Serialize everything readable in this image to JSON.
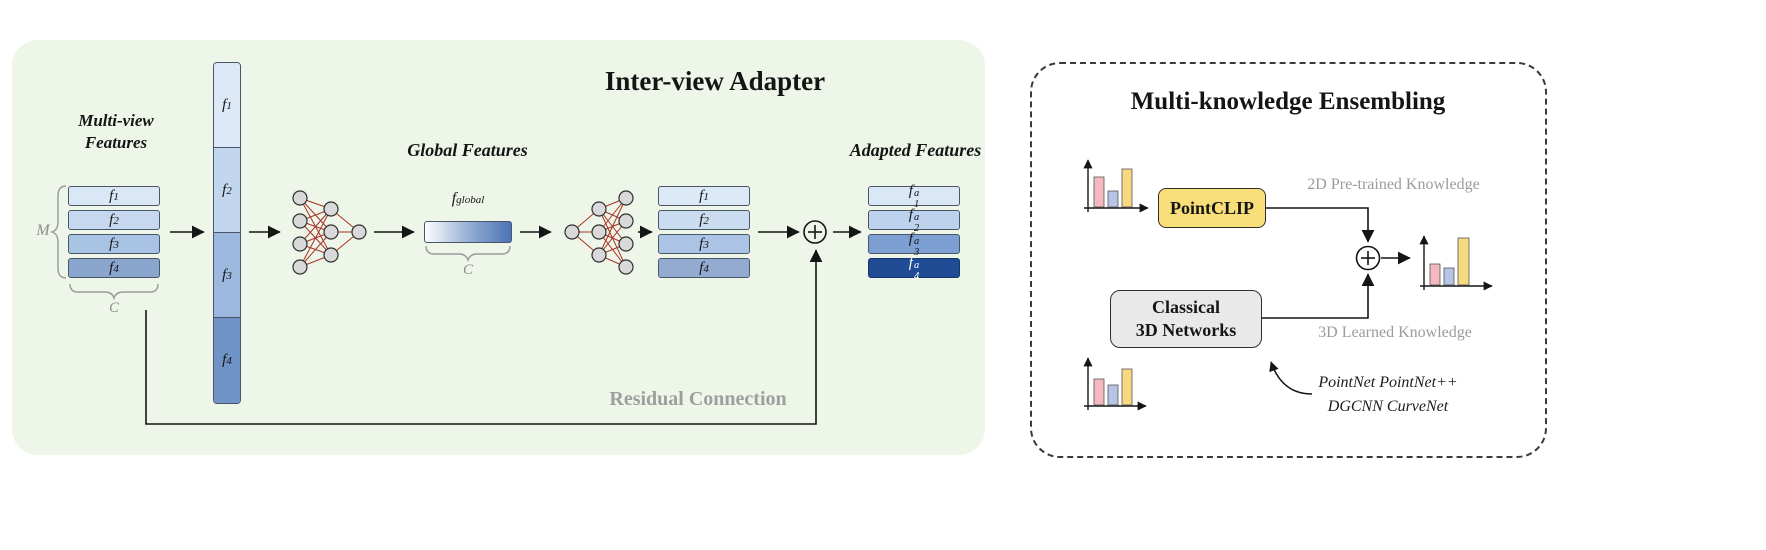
{
  "left_panel": {
    "title": "Inter-view Adapter",
    "multiview_label": {
      "line1": "Multi-view",
      "line2": "Features"
    },
    "m_label": "M",
    "c_label": "C",
    "global_features_label": "Global Features",
    "f_global": {
      "base": "f",
      "sub": "global"
    },
    "c_label_global": "C",
    "adapted_features_label": "Adapted Features",
    "residual_label": "Residual Connection",
    "multiview_rows": [
      {
        "base": "f",
        "sub": "1"
      },
      {
        "base": "f",
        "sub": "2"
      },
      {
        "base": "f",
        "sub": "3"
      },
      {
        "base": "f",
        "sub": "4"
      }
    ],
    "column_segments": [
      {
        "base": "f",
        "sub": "1"
      },
      {
        "base": "f",
        "sub": "2"
      },
      {
        "base": "f",
        "sub": "3"
      },
      {
        "base": "f",
        "sub": "4"
      }
    ],
    "output_rows": [
      {
        "base": "f",
        "sub": "1"
      },
      {
        "base": "f",
        "sub": "2"
      },
      {
        "base": "f",
        "sub": "3"
      },
      {
        "base": "f",
        "sub": "4"
      }
    ],
    "adapted_rows": [
      {
        "base": "f",
        "sub": "1",
        "sup": "a"
      },
      {
        "base": "f",
        "sub": "2",
        "sup": "a"
      },
      {
        "base": "f",
        "sub": "3",
        "sup": "a"
      },
      {
        "base": "f",
        "sub": "4",
        "sup": "a"
      }
    ]
  },
  "right_panel": {
    "title": "Multi-knowledge Ensembling",
    "pointclip_label": "PointCLIP",
    "classical_box": {
      "line1": "Classical",
      "line2": "3D Networks"
    },
    "knowledge_2d_label": "2D Pre-trained Knowledge",
    "knowledge_3d_label": "3D Learned Knowledge",
    "networks_line1": "PointNet  PointNet++",
    "networks_line2": "DGCNN  CurveNet"
  },
  "icons": {
    "sum_left": "oplus-icon",
    "sum_right": "oplus-icon",
    "encoder": "mlp-encoder-icon",
    "decoder": "mlp-decoder-icon",
    "bar_chart": "bar-chart-icon"
  },
  "colors": {
    "left_panel_bg": "#edf6e9",
    "multiview_blues": [
      "#d9e7f6",
      "#c5d8ef",
      "#a9c3e4",
      "#8aa6cf"
    ],
    "column_blues": [
      "#dde9f7",
      "#c2d6ee",
      "#9cb8de",
      "#6f93c6"
    ],
    "adapted_blues": [
      "#d9e7f6",
      "#bdd2ec",
      "#7d9fd2",
      "#1f4c94"
    ],
    "fglobal_gradient": [
      "#fdfdfe",
      "#4a74b4"
    ],
    "nn_edge_red": "#a93226",
    "node_gray": "#d9d9d9",
    "pointclip_yellow": "#f8df7a",
    "classical_gray": "#e9e9e9",
    "bar_pink": "#f4b9be",
    "bar_blue": "#b7c4e6",
    "bar_yellow": "#f6d980",
    "muted_text": "#9b9b9b"
  }
}
